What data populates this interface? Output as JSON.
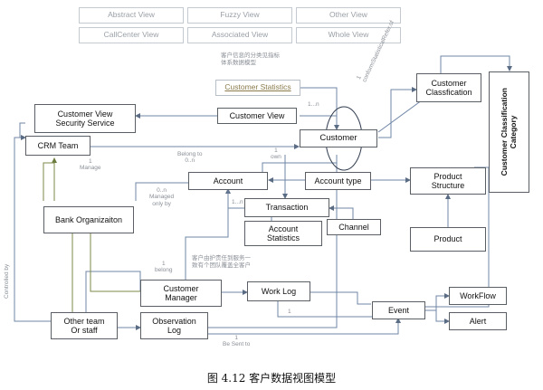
{
  "views": {
    "abstract": "Abstract View",
    "fuzzy": "Fuzzy View",
    "other": "Other View",
    "callcenter": "CallCenter View",
    "associated": "Associated View",
    "whole": "Whole View"
  },
  "entities": {
    "customer_statistics": "Customer Statistics",
    "customer_view_security": "Customer View\nSecurity Service",
    "customer_view": "Customer View",
    "crm_team": "CRM  Team",
    "customer": "Customer",
    "customer_classification": "Customer\nClassfication",
    "customer_classification_category": "Customer Classification\nCategory",
    "account": "Account",
    "account_type": "Account type",
    "product_structure": "Product\nStructure",
    "transaction": "Transaction",
    "account_statistics": "Account\nStatistics",
    "channel": "Channel",
    "product": "Product",
    "bank_organization": "Bank Organizaiton",
    "customer_manager": "Customer\nManager",
    "work_log": "Work Log",
    "event": "Event",
    "workflow": "WorkFlow",
    "alert": "Alert",
    "other_team": "Other team\nOr staff",
    "observation_log": "Observation\nLog"
  },
  "labels": {
    "note_stats": "客户信息的分类见指标\n体系数据模型",
    "one_to_n_a": "1...n",
    "conform": "1\nconformStatisticalRefer.of",
    "one_manage": "1\nManage",
    "belong_to": "Belong to\n0..n",
    "one_own": "1\nown",
    "managed_only_by": "0..n\nManaged\nonly by",
    "one_to_n_b": "1...n",
    "note_manager": "客户由护责任到服务一\n致有个团队覆盖全客户",
    "one_belong": "1\nbelong",
    "controlled_by": "Controlled by",
    "be_sent_to": "1\nBe Sent to",
    "one_c": "1"
  },
  "caption": "图 4.12  客户数据视图模型"
}
